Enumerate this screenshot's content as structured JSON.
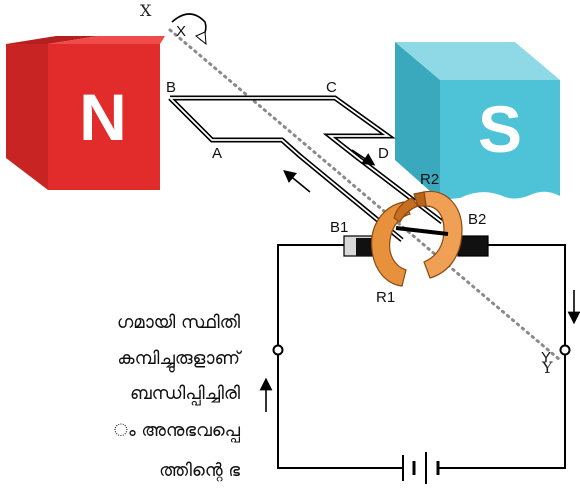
{
  "axis": {
    "x_top": "X",
    "x_top_circle": "X",
    "y_bottom": "Y",
    "y_bottom_circle": "Y"
  },
  "magnets": {
    "north": {
      "label": "N",
      "color": "#e22b2b"
    },
    "south": {
      "label": "S",
      "color": "#4ec3d8"
    }
  },
  "coil": {
    "corner_a": "A",
    "corner_b": "B",
    "corner_c": "C",
    "corner_d": "D"
  },
  "commutator": {
    "ring_1": "R1",
    "ring_2": "R2",
    "brush_1": "B1",
    "brush_2": "B2",
    "color": "#e8913c"
  },
  "text_lines": [
    "ഗമായി സ്ഥിതി",
    "കമ്പിച്ചുരുളാണ്",
    "ബന്ധിപ്പിച്ചിരി",
    "ം അനുഭവപ്പെ",
    "ത്തിന്റെ ഭ"
  ]
}
